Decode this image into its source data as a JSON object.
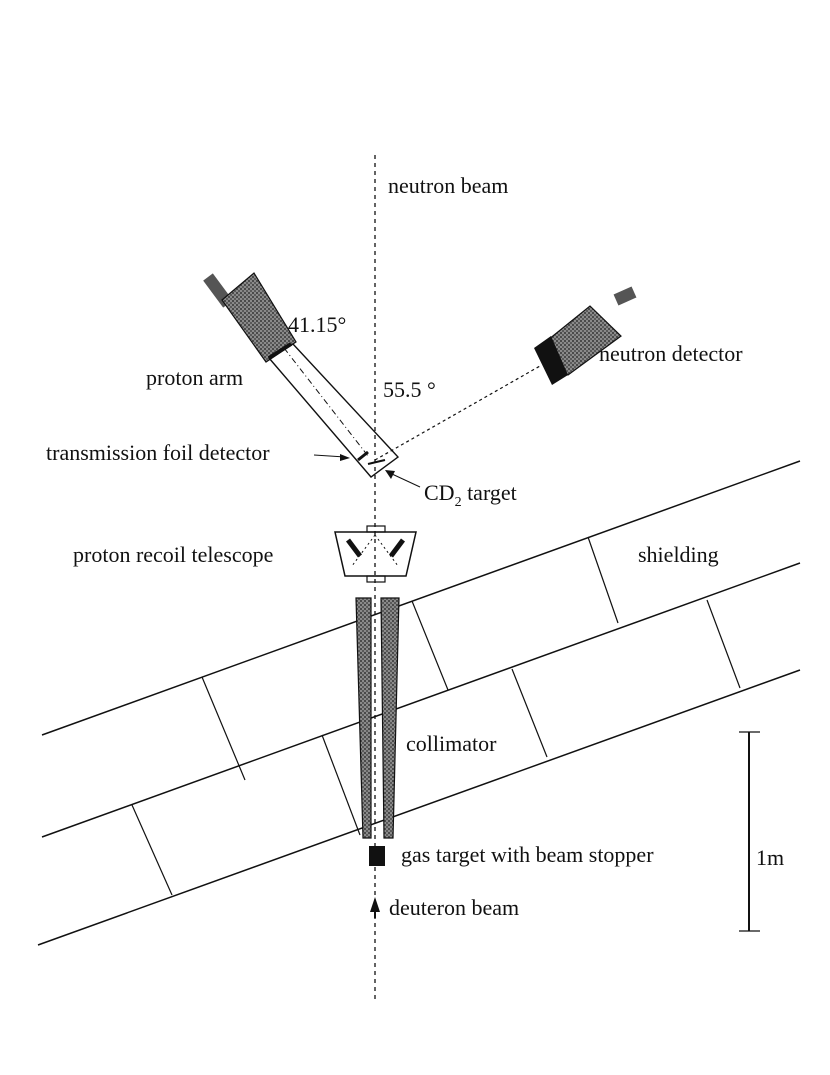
{
  "labels": {
    "neutron_beam": "neutron beam",
    "angle_proton": "41.15°",
    "angle_neutron": "55.5 °",
    "proton_arm": "proton arm",
    "neutron_detector": "neutron detector",
    "transmission_foil_detector": "transmission foil detector",
    "cd2_target_prefix": "CD",
    "cd2_target_sub": "2",
    "cd2_target_suffix": " target",
    "proton_recoil_telescope": "proton recoil telescope",
    "shielding": "shielding",
    "collimator": "collimator",
    "scale": "1m",
    "gas_target": "gas target with beam stopper",
    "deuteron_beam": "deuteron beam"
  },
  "colors": {
    "ink": "#111111",
    "detector_shade": "#6b6b6b",
    "detector_dark": "#111111"
  }
}
